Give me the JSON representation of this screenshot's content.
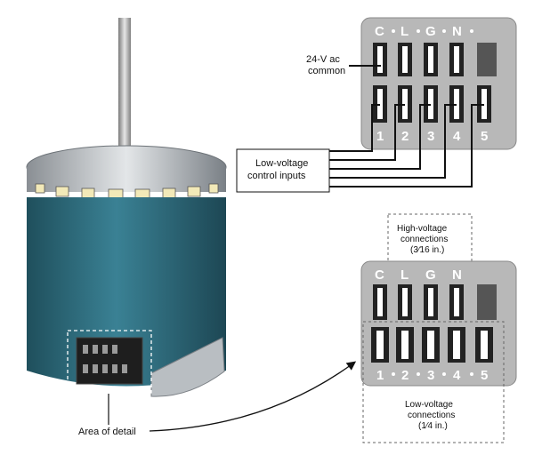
{
  "colors": {
    "motor_body": "#2f6f80",
    "panel": "#b8b8b8",
    "terminal_slot": "#ffffff",
    "blocked_slot": "#555555",
    "wire": "#111111"
  },
  "top_panel": {
    "top_labels": [
      "C",
      "L",
      "G",
      "N"
    ],
    "bottom_labels": [
      "1",
      "2",
      "3",
      "4",
      "5"
    ],
    "common_label_line1": "24-V ac",
    "common_label_line2": "common",
    "inputs_label_line1": "Low-voltage",
    "inputs_label_line2": "control inputs"
  },
  "bottom_panel": {
    "top_labels": [
      "C",
      "L",
      "G",
      "N"
    ],
    "bottom_labels": [
      "1",
      "2",
      "3",
      "4",
      "5"
    ],
    "high_voltage_line1": "High-voltage",
    "high_voltage_line2": "connections",
    "high_voltage_line3": "(3⁄16 in.)",
    "low_voltage_line1": "Low-voltage",
    "low_voltage_line2": "connections",
    "low_voltage_line3": "(1⁄4 in.)"
  },
  "motor": {
    "detail_label": "Area of detail"
  }
}
